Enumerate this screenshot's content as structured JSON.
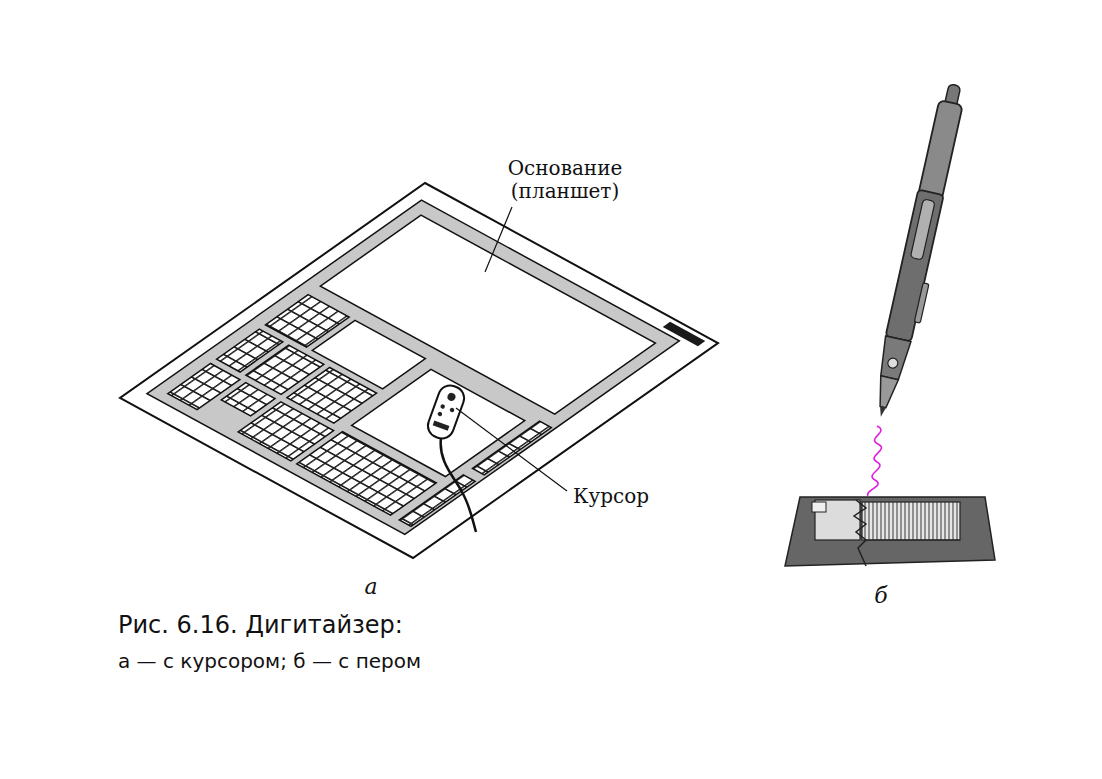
{
  "diagram": {
    "caption": "Рис. 6.16. Дигитайзер:",
    "labels": [
      "Основание (планшет)",
      "Курсор",
      "а",
      "б",
      "а — с курсором; б — с пером"
    ]
  }
}
